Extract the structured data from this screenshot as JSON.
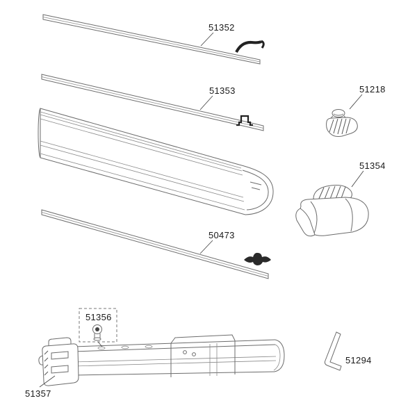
{
  "diagram": {
    "type": "exploded-parts-diagram",
    "background_color": "#ffffff",
    "line_color": "#6b6b6b",
    "label_color": "#1a1a1a",
    "parts": {
      "strip_51352": {
        "label": "51352"
      },
      "strip_51353": {
        "label": "51353"
      },
      "clip_51218": {
        "label": "51218"
      },
      "endcap_51354": {
        "label": "51354"
      },
      "strip_50473": {
        "label": "50473"
      },
      "screw_51356": {
        "label": "51356"
      },
      "hexkey_51294": {
        "label": "51294"
      },
      "bracket_51357": {
        "label": "51357"
      }
    }
  }
}
